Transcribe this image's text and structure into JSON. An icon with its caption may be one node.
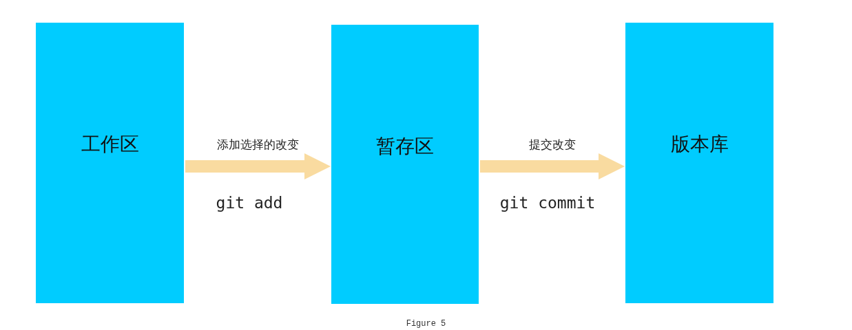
{
  "diagram": {
    "caption": "Figure 5",
    "nodes": [
      {
        "text": [
          "工作区"
        ]
      },
      {
        "text": [
          "暂存区"
        ]
      },
      {
        "text": [
          "版本库"
        ]
      }
    ],
    "edges": [
      {
        "from": 0,
        "to": 1,
        "arrow": "to",
        "label": "添加选择的改变"
      },
      {
        "from": 1,
        "to": 2,
        "arrow": "to",
        "label": "提交改变"
      }
    ],
    "labels": [
      "git add",
      "git commit"
    ]
  }
}
